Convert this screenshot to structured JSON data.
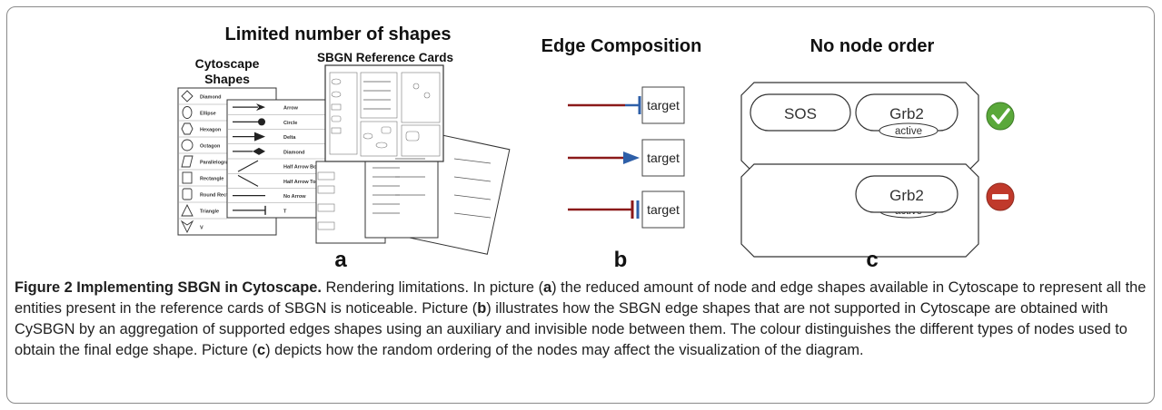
{
  "figure": {
    "panel_a": {
      "title": "Limited number of shapes",
      "cytoscape_label_line1": "Cytoscape",
      "cytoscape_label_line2": "Shapes",
      "sbgn_label": "SBGN Reference Cards",
      "node_shapes": [
        "Diamond",
        "Ellipse",
        "Hexagon",
        "Octagon",
        "Parallelogram",
        "Rectangle",
        "Round Rectangle",
        "Triangle",
        "V"
      ],
      "arrow_shapes": [
        "Arrow",
        "Circle",
        "Delta",
        "Diamond",
        "Half Arrow Bottom",
        "Half Arrow Top",
        "No Arrow",
        "T"
      ],
      "letter": "a"
    },
    "panel_b": {
      "title": "Edge Composition",
      "targets": [
        "target",
        "target",
        "target"
      ],
      "letter": "b",
      "colors": {
        "edge": "#8b1a1a",
        "arrow_blue": "#2e5fa8"
      }
    },
    "panel_c": {
      "title": "No node order",
      "good_nodes": [
        "SOS",
        "Grb2"
      ],
      "good_state": "active",
      "bad_node": "Grb2",
      "bad_state": "active",
      "letter": "c",
      "colors": {
        "check": "#5aa83a",
        "stop": "#c0392b"
      }
    }
  },
  "caption": {
    "lead": "Figure 2 Implementing SBGN in Cytoscape.",
    "t1": " Rendering limitations. In picture (",
    "a": "a",
    "t2": ") the reduced amount of node and edge shapes available in Cytoscape to represent all the entities present in the reference cards of SBGN is noticeable. Picture (",
    "b": "b",
    "t3": ") illustrates how the SBGN edge shapes that are not supported in Cytoscape are obtained with CySBGN by an aggregation of supported edges shapes using an auxiliary and invisible node between them. The colour distinguishes the different types of nodes used to obtain the final edge shape. Picture (",
    "c": "c",
    "t4": ") depicts how the random ordering of the nodes may affect the visualization of the diagram."
  }
}
